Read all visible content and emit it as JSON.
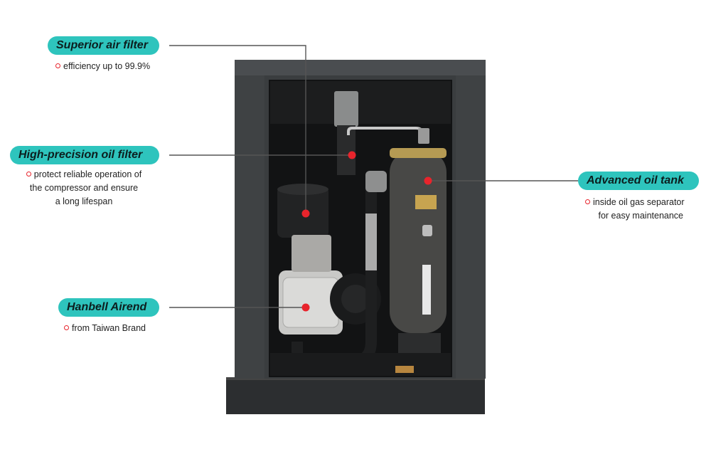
{
  "callouts": [
    {
      "title": "Superior air filter",
      "lines": [
        "efficiency up to 99.9%"
      ]
    },
    {
      "title": "High-precision oil filter",
      "lines": [
        "protect reliable operation of",
        "the compressor and ensure",
        "a long lifespan"
      ]
    },
    {
      "title": "Advanced oil tank",
      "lines": [
        "inside oil gas separator",
        "for easy maintenance"
      ]
    },
    {
      "title": "Hanbell Airend",
      "lines": [
        "from Taiwan Brand"
      ]
    }
  ],
  "colors": {
    "pill": "#2ec4bd",
    "marker": "#e8242c",
    "cabinet": "#3a3d3f",
    "line": "#555555"
  }
}
